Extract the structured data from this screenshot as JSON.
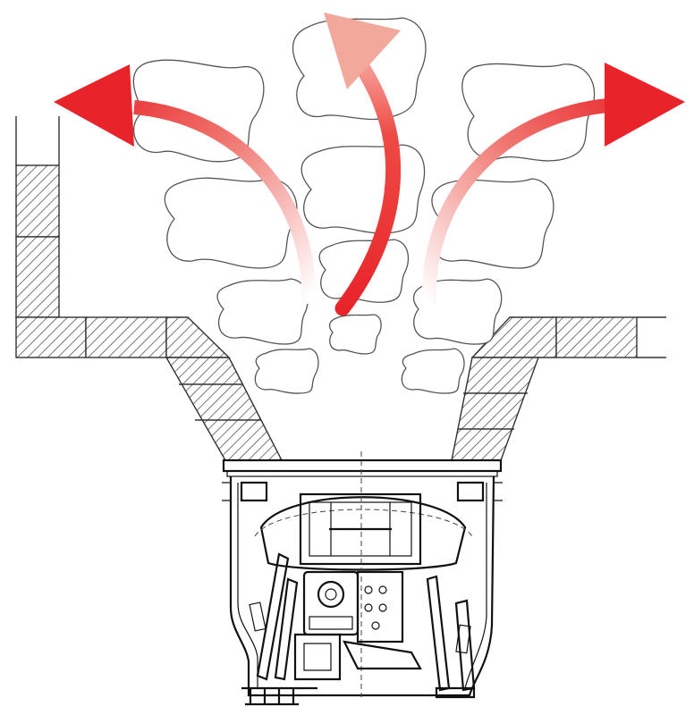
{
  "diagram": {
    "kind": "mechanical cross-section with flow arrows",
    "colors": {
      "arrow": "#e8242a",
      "arrow_fade": "#ffffff",
      "hatch": "#555555",
      "outline": "#333333",
      "background": "#ffffff"
    },
    "arrows": [
      {
        "name": "left-flow-arrow",
        "direction": "up-left"
      },
      {
        "name": "center-flow-arrow",
        "direction": "up"
      },
      {
        "name": "right-flow-arrow",
        "direction": "up-right"
      }
    ],
    "icons": [
      "hatch-pattern",
      "stone-shape",
      "machine-unit"
    ]
  }
}
